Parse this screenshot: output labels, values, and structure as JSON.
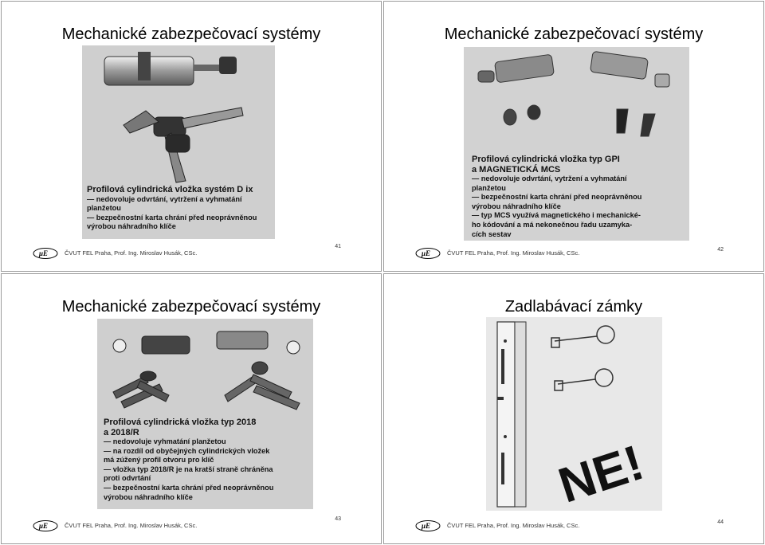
{
  "footer": {
    "text": "ČVUT FEL Praha, Prof. Ing. Miroslav Husák, CSc."
  },
  "slides": [
    {
      "title": "Mechanické zabezpečovací systémy",
      "page": "41",
      "caption_title": "Profilová cylindrická vložka systém D ix",
      "caption_lines": [
        "— nedovoluje odvrtání, vytržení a vyhmatání",
        "planžetou",
        "— bezpečnostní karta chrání před neoprávněnou",
        "výrobou náhradního klíče"
      ]
    },
    {
      "title": "Mechanické zabezpečovací systémy",
      "page": "42",
      "caption_title": "Profilová cylindrická vložka typ GPI",
      "caption_title2": "a MAGNETICKÁ MCS",
      "caption_lines": [
        "— nedovoluje odvrtání, vytržení a vyhmatání",
        "planžetou",
        "— bezpečnostní karta chrání před neoprávněnou",
        "výrobou náhradního klíče",
        "— typ MCS využívá magnetického i mechanické-",
        "ho kódování a má nekonečnou řadu uzamyka-",
        "cích sestav"
      ]
    },
    {
      "title": "Mechanické zabezpečovací systémy",
      "page": "43",
      "caption_title": "Profilová cylindrická vložka typ 2018",
      "caption_title2": "a 2018/R",
      "caption_lines": [
        "— nedovoluje vyhmatání planžetou",
        "— na rozdíl od obyčejných cylindrických vložek",
        "má zúžený profil otvoru pro klíč",
        "— vložka typ 2018/R je na kratší straně chráněna",
        "proti odvrtání",
        "— bezpečnostní karta chrání před neoprávněnou",
        "výrobou náhradního klíče"
      ]
    },
    {
      "title": "Zadlabávací zámky",
      "page": "44",
      "stamp_text": "NE!"
    }
  ]
}
